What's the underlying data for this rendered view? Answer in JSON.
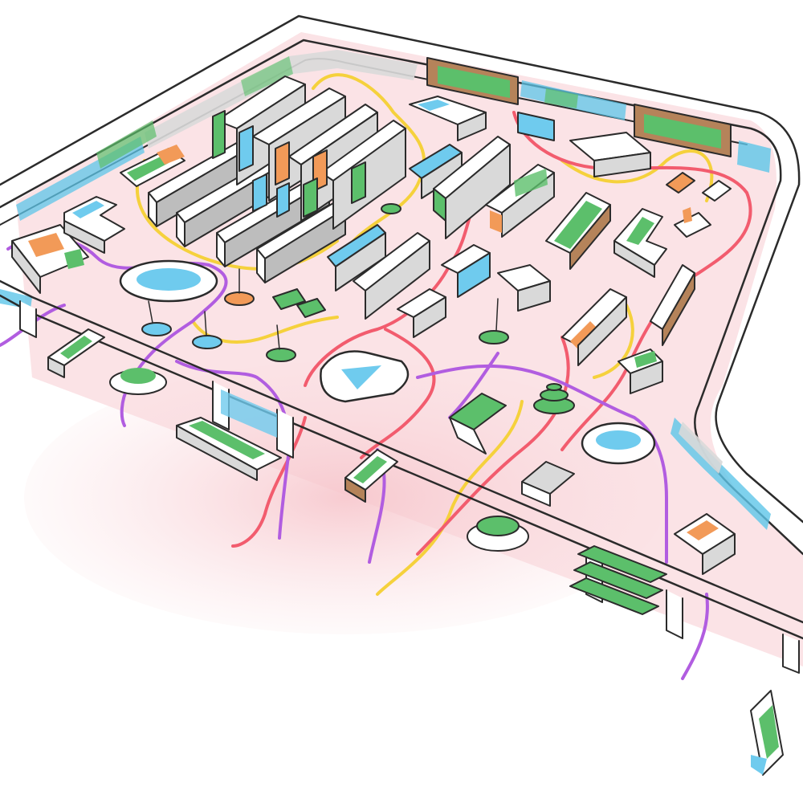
{
  "scene": {
    "kind": "hand-drawn isometric sketch of a retail store floor with shopper path lines",
    "colors": {
      "floor": "#fbe3e6",
      "floor_glow": "#f7c6cc",
      "wall_gray": "#d9d9d9",
      "wall_blue": "#5ec5e8",
      "shelf_white": "#ffffff",
      "shelf_gray": "#bdbdbd",
      "accent_green": "#5cbf6b",
      "accent_orange": "#f29a58",
      "accent_blue": "#6fcbee",
      "wood": "#b5835a",
      "path_yellow": "#f5d13c",
      "path_red": "#f25c6e",
      "path_purple": "#b15de0"
    },
    "paths": [
      {
        "color": "yellow"
      },
      {
        "color": "red"
      },
      {
        "color": "purple"
      }
    ]
  }
}
